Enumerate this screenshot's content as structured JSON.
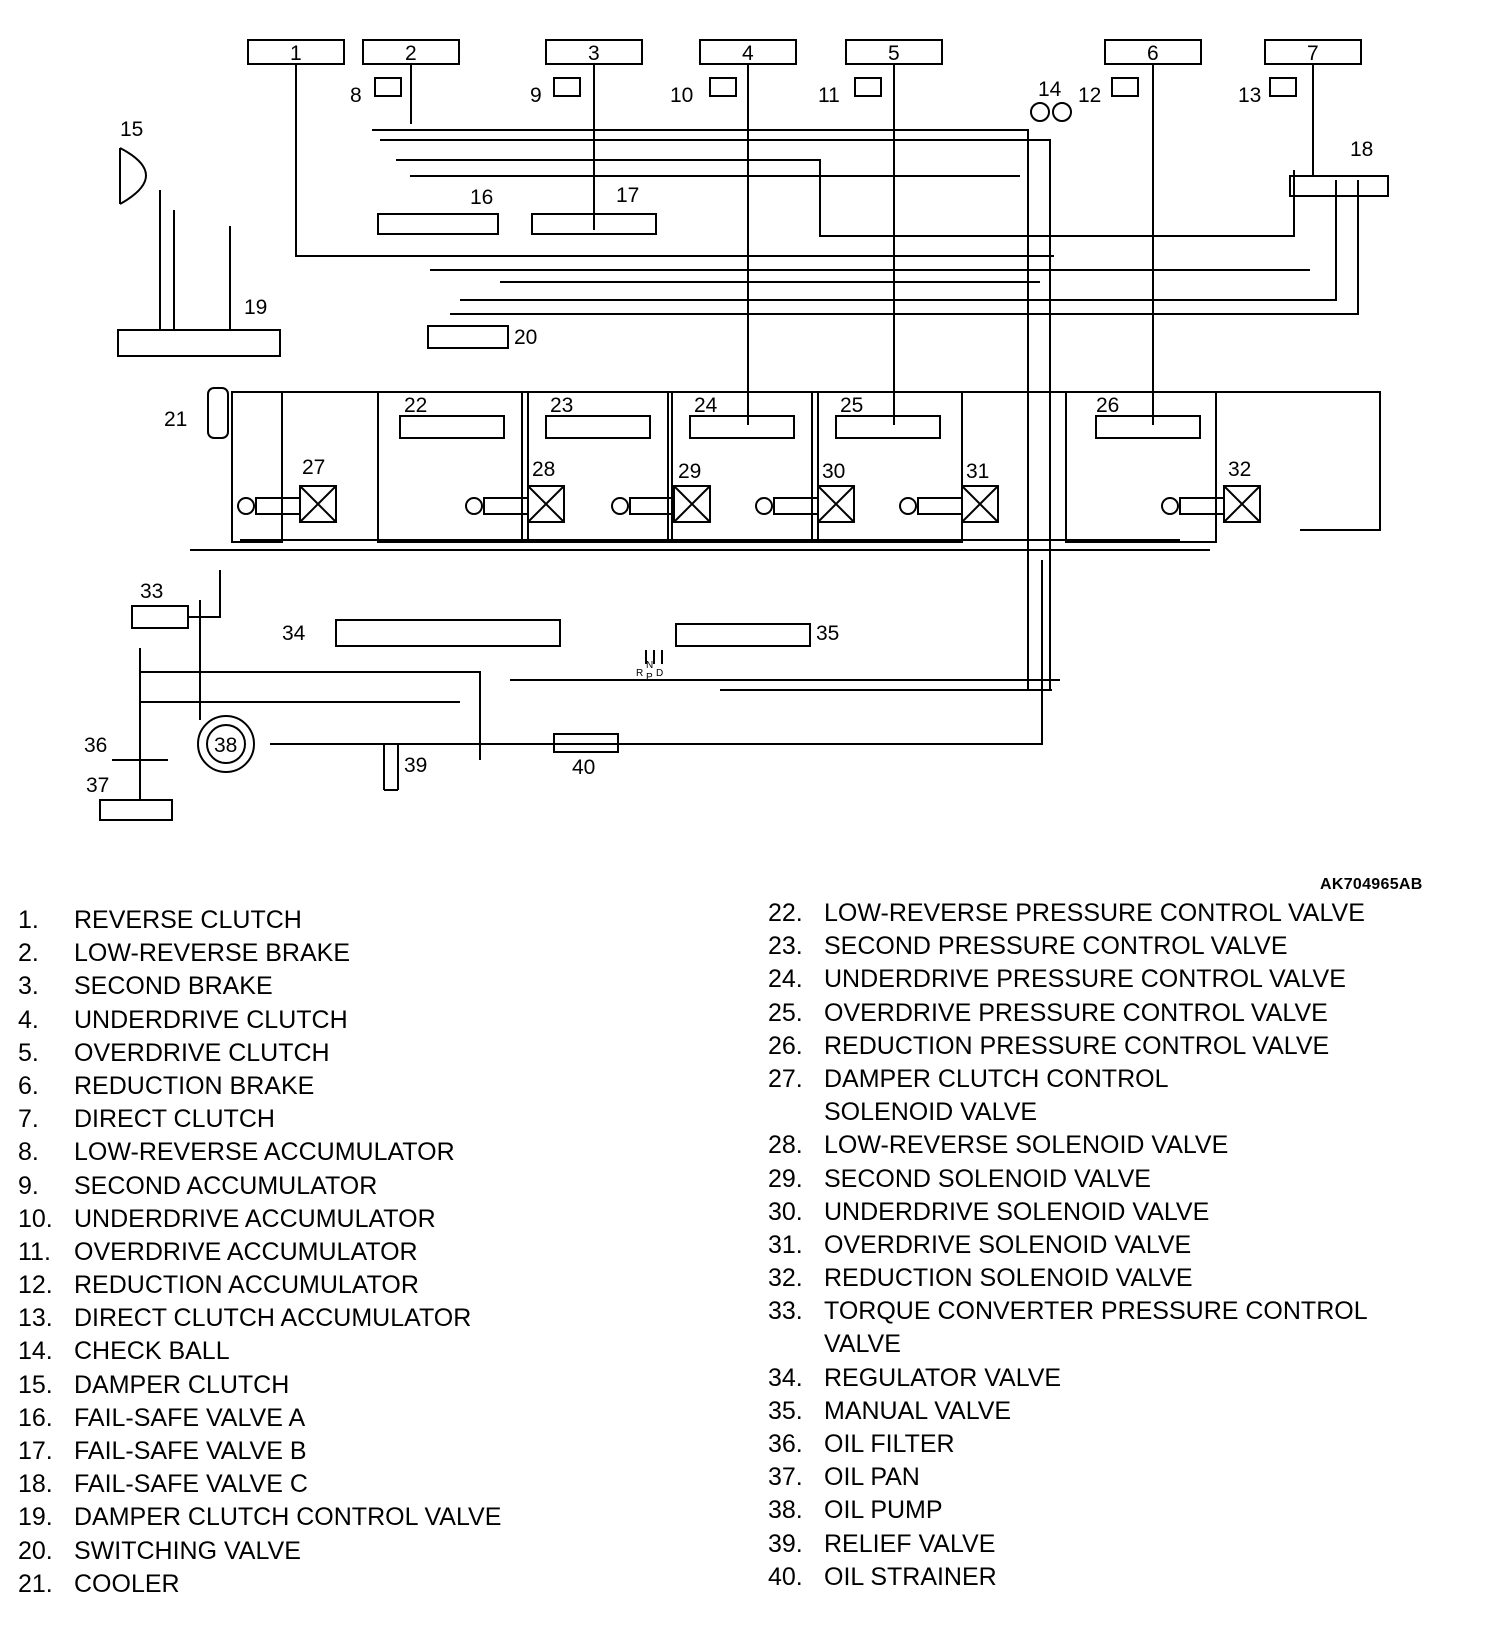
{
  "diagram": {
    "clutch_boxes": [
      "1",
      "2",
      "3",
      "4",
      "5",
      "6",
      "7"
    ],
    "accumulator_labels": [
      "8",
      "9",
      "10",
      "11",
      "12",
      "13"
    ],
    "check_ball": "14",
    "damper_clutch": "15",
    "failsafe_valves": [
      "16",
      "17",
      "18"
    ],
    "damper_control_valve": "19",
    "switching_valve": "20",
    "cooler": "21",
    "pressure_control_valves": [
      "22",
      "23",
      "24",
      "25",
      "26"
    ],
    "solenoid_valves": [
      "27",
      "28",
      "29",
      "30",
      "31",
      "32"
    ],
    "torque_converter_valve": "33",
    "regulator_valve": "34",
    "manual_valve": "35",
    "oil_filter": "36",
    "oil_pan": "37",
    "oil_pump": "38",
    "relief_valve": "39",
    "oil_strainer": "40",
    "shift_positions": [
      "R",
      "N",
      "P",
      "D"
    ]
  },
  "figure_code": "AK704965AB",
  "legend_left": [
    {
      "num": "1.",
      "text": "REVERSE CLUTCH"
    },
    {
      "num": "2.",
      "text": "LOW-REVERSE BRAKE"
    },
    {
      "num": "3.",
      "text": "SECOND BRAKE"
    },
    {
      "num": "4.",
      "text": "UNDERDRIVE CLUTCH"
    },
    {
      "num": "5.",
      "text": "OVERDRIVE CLUTCH"
    },
    {
      "num": "6.",
      "text": "REDUCTION BRAKE"
    },
    {
      "num": "7.",
      "text": "DIRECT CLUTCH"
    },
    {
      "num": "8.",
      "text": "LOW-REVERSE ACCUMULATOR"
    },
    {
      "num": "9.",
      "text": "SECOND ACCUMULATOR"
    },
    {
      "num": "10.",
      "text": "UNDERDRIVE ACCUMULATOR"
    },
    {
      "num": "11.",
      "text": "OVERDRIVE ACCUMULATOR"
    },
    {
      "num": "12.",
      "text": "REDUCTION ACCUMULATOR"
    },
    {
      "num": "13.",
      "text": "DIRECT CLUTCH ACCUMULATOR"
    },
    {
      "num": "14.",
      "text": "CHECK BALL"
    },
    {
      "num": "15.",
      "text": "DAMPER CLUTCH"
    },
    {
      "num": "16.",
      "text": "FAIL-SAFE VALVE A"
    },
    {
      "num": "17.",
      "text": "FAIL-SAFE VALVE B"
    },
    {
      "num": "18.",
      "text": "FAIL-SAFE VALVE C"
    },
    {
      "num": "19.",
      "text": "DAMPER CLUTCH CONTROL VALVE"
    },
    {
      "num": "20.",
      "text": "SWITCHING VALVE"
    },
    {
      "num": "21.",
      "text": "COOLER"
    }
  ],
  "legend_right": [
    {
      "num": "22.",
      "text": "LOW-REVERSE PRESSURE CONTROL VALVE"
    },
    {
      "num": "23.",
      "text": "SECOND PRESSURE CONTROL VALVE"
    },
    {
      "num": "24.",
      "text": "UNDERDRIVE PRESSURE CONTROL VALVE"
    },
    {
      "num": "25.",
      "text": "OVERDRIVE PRESSURE CONTROL VALVE"
    },
    {
      "num": "26.",
      "text": "REDUCTION PRESSURE CONTROL VALVE"
    },
    {
      "num": "27.",
      "text": "DAMPER CLUTCH CONTROL\nSOLENOID VALVE"
    },
    {
      "num": "28.",
      "text": "LOW-REVERSE SOLENOID VALVE"
    },
    {
      "num": "29.",
      "text": "SECOND SOLENOID VALVE"
    },
    {
      "num": "30.",
      "text": "UNDERDRIVE SOLENOID VALVE"
    },
    {
      "num": "31.",
      "text": "OVERDRIVE SOLENOID VALVE"
    },
    {
      "num": "32.",
      "text": "REDUCTION SOLENOID VALVE"
    },
    {
      "num": "33.",
      "text": "TORQUE CONVERTER PRESSURE CONTROL\nVALVE"
    },
    {
      "num": "34.",
      "text": "REGULATOR VALVE"
    },
    {
      "num": "35.",
      "text": "MANUAL VALVE"
    },
    {
      "num": "36.",
      "text": "OIL FILTER"
    },
    {
      "num": "37.",
      "text": "OIL PAN"
    },
    {
      "num": "38.",
      "text": "OIL PUMP"
    },
    {
      "num": "39.",
      "text": "RELIEF VALVE"
    },
    {
      "num": "40.",
      "text": "OIL STRAINER"
    }
  ]
}
